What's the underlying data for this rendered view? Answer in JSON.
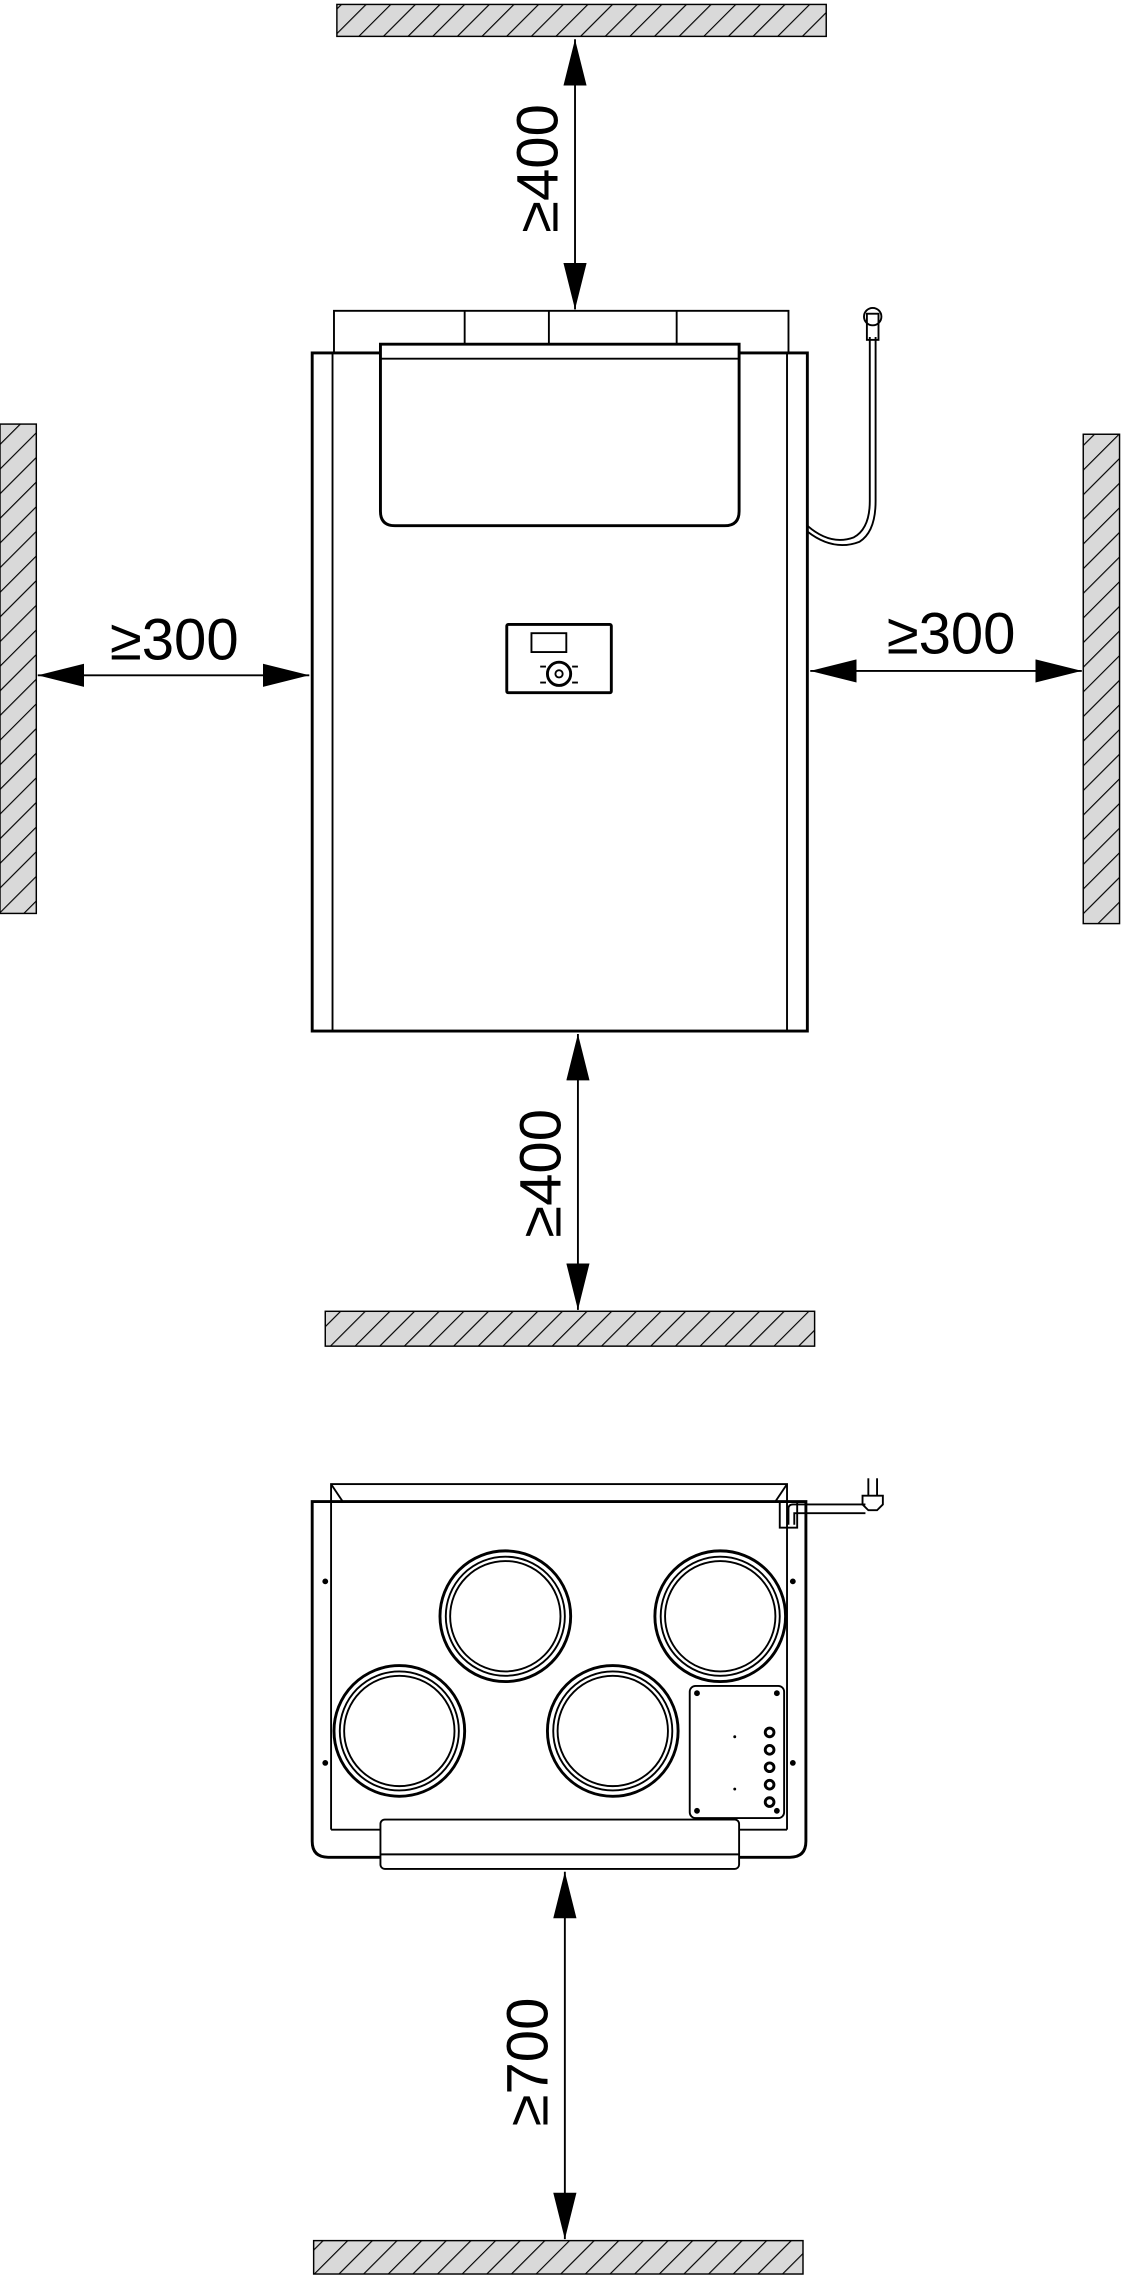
{
  "title": "Installation clearances (mm)",
  "dimensions": {
    "top": "≥400",
    "left": "≥300",
    "right": "≥300",
    "bottom": "≥400",
    "front": "≥700"
  },
  "colors": {
    "line": "#000000",
    "wall_fill": "#d9d9d9",
    "background": "#ffffff"
  }
}
